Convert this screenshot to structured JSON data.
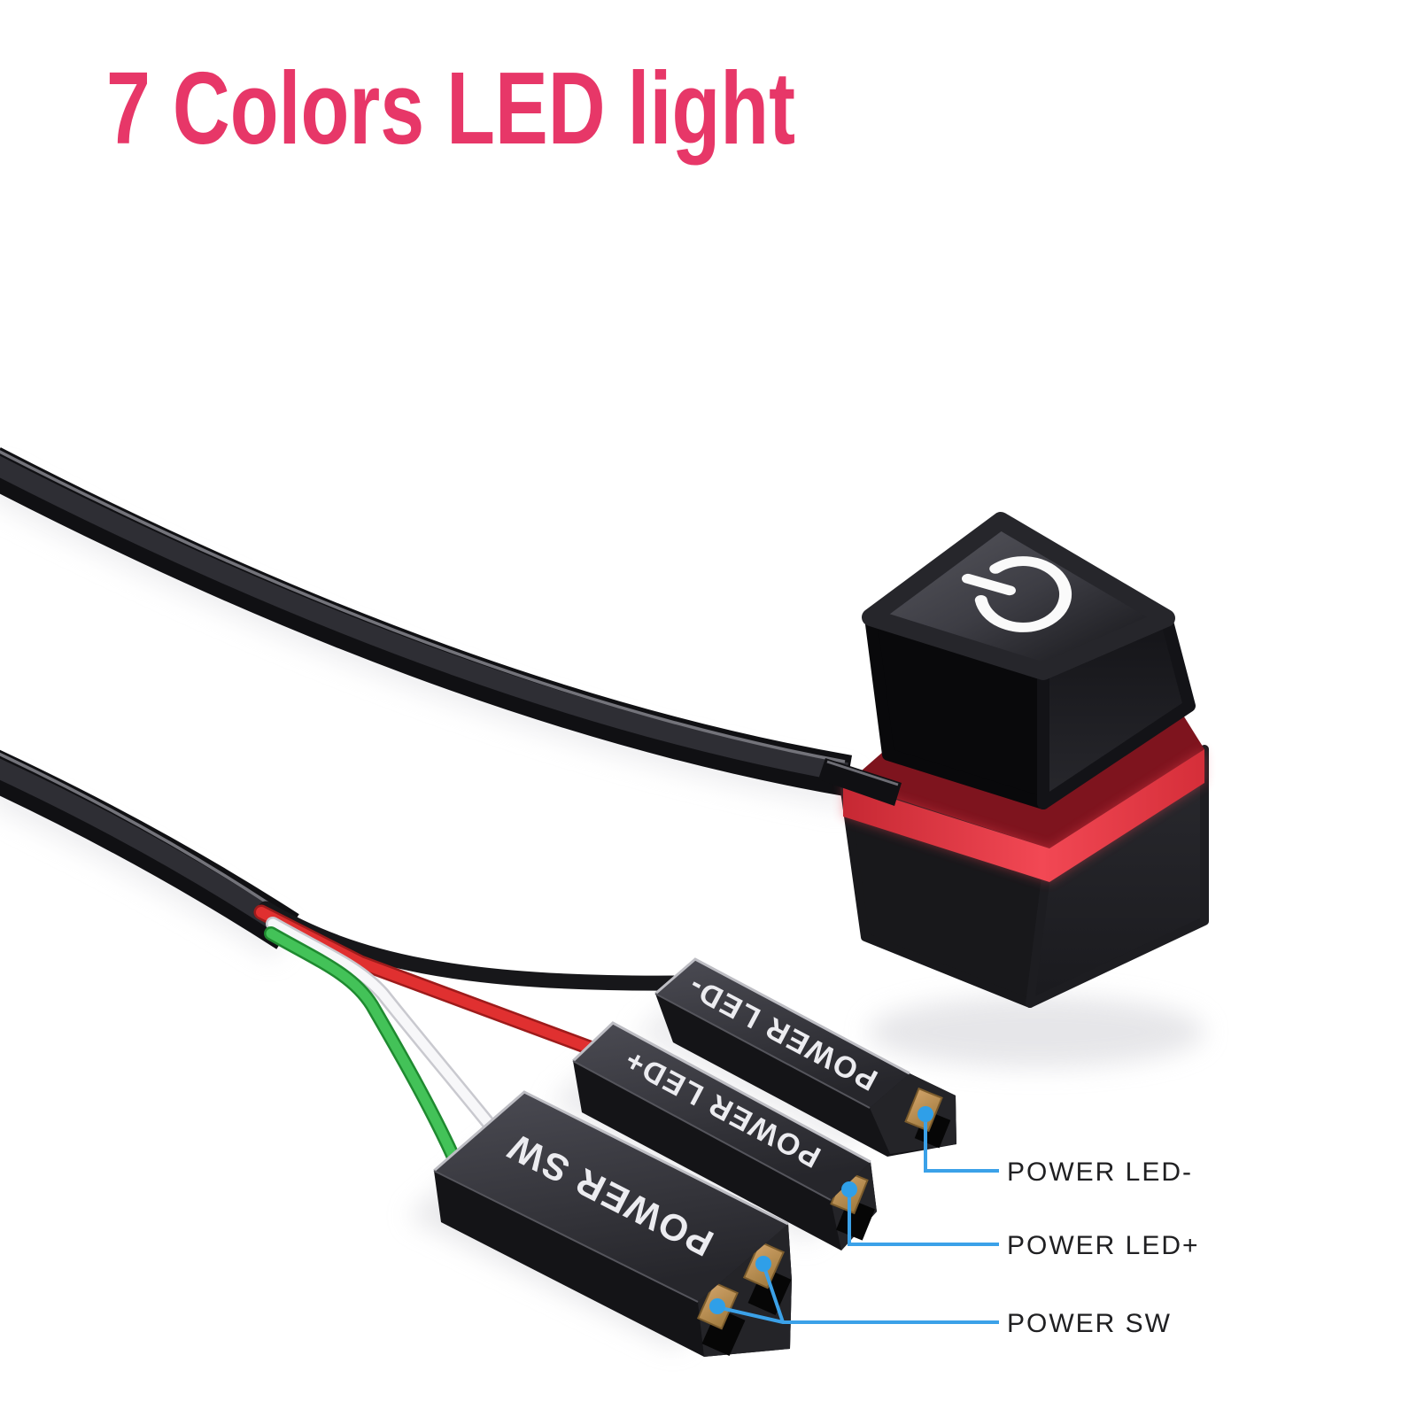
{
  "title": "7 Colors LED light",
  "scene": {
    "button": {
      "icon": "power",
      "led_ring_color": "#ef3b47"
    },
    "cable_color": "#121215",
    "wire_colors": {
      "power_led_minus": "#17171a",
      "power_led_plus": "#d92c2c",
      "power_sw_white": "#f4f4f6",
      "power_sw_green": "#38b24c"
    },
    "connectors": [
      {
        "label": "POWER LED-"
      },
      {
        "label": "POWER LED+"
      },
      {
        "label": "POWER SW"
      }
    ],
    "callout_line_color": "#3ba1e8",
    "title_color": "#e73768"
  }
}
